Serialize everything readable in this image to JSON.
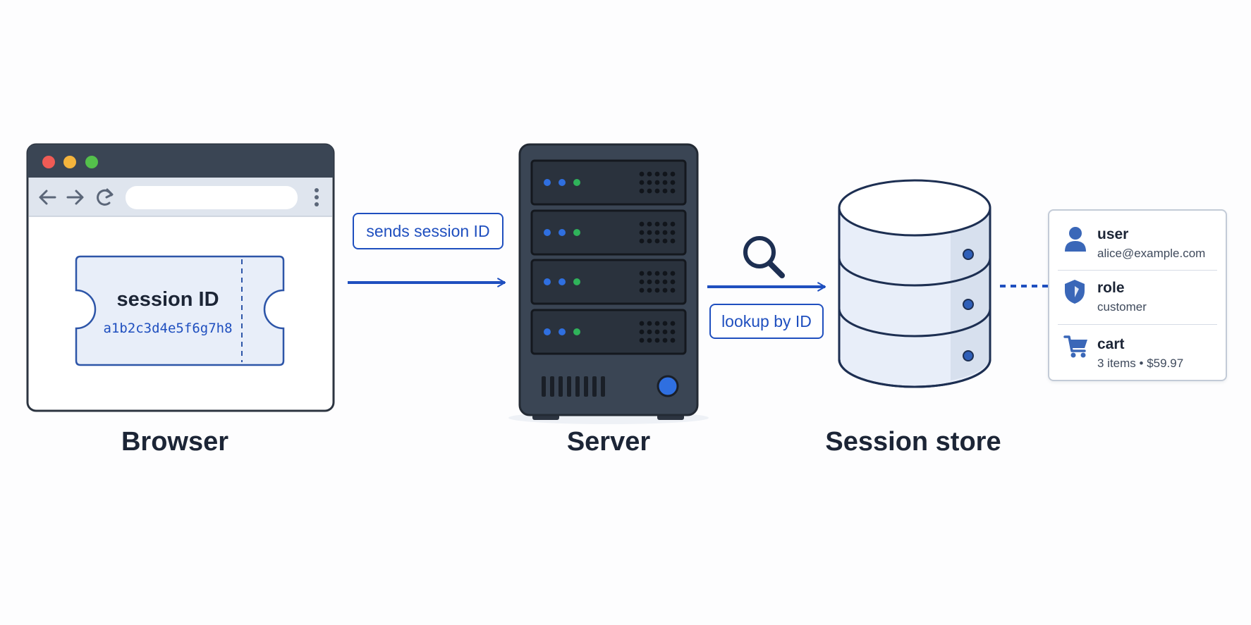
{
  "labels": {
    "browser": "Browser",
    "server": "Server",
    "store": "Session store"
  },
  "ticket": {
    "title": "session ID",
    "code": "a1b2c3d4e5f6g7h8"
  },
  "arrows": {
    "send": "sends session ID",
    "lookup": "lookup by ID"
  },
  "session_record": [
    {
      "icon": "user-icon",
      "key": "user",
      "value": "alice@example.com"
    },
    {
      "icon": "shield-icon",
      "key": "role",
      "value": "customer"
    },
    {
      "icon": "cart-icon",
      "key": "cart",
      "value": "3 items • $59.97"
    }
  ],
  "colors": {
    "accent": "#1f4fbf",
    "dark": "#2c3440",
    "light_fill": "#e8eef9",
    "led_blue": "#2f6fe0",
    "led_green": "#2fb35a"
  },
  "icons": {
    "browser_nav": [
      "back-arrow-icon",
      "forward-arrow-icon",
      "reload-icon",
      "menu-dots-icon"
    ],
    "lookup": "magnifier-icon"
  }
}
